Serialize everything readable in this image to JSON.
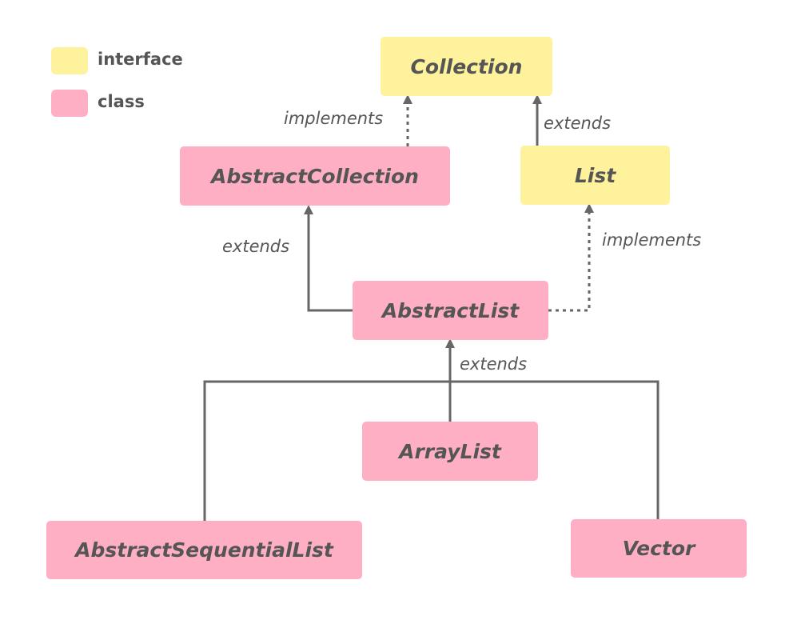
{
  "colors": {
    "interface": "#FFF29C",
    "class": "#FFAFC3",
    "line": "#666666",
    "text": "#555555"
  },
  "legend": {
    "interface_label": "interface",
    "class_label": "class"
  },
  "nodes": {
    "collection": {
      "label": "Collection",
      "kind": "interface"
    },
    "abstract_collection": {
      "label": "AbstractCollection",
      "kind": "class"
    },
    "list": {
      "label": "List",
      "kind": "interface"
    },
    "abstract_list": {
      "label": "AbstractList",
      "kind": "class"
    },
    "array_list": {
      "label": "ArrayList",
      "kind": "class"
    },
    "abstract_sequential_list": {
      "label": "AbstractSequentialList",
      "kind": "class"
    },
    "vector": {
      "label": "Vector",
      "kind": "class"
    }
  },
  "edges": [
    {
      "from": "AbstractCollection",
      "to": "Collection",
      "label": "implements",
      "style": "dashed"
    },
    {
      "from": "List",
      "to": "Collection",
      "label": "extends",
      "style": "solid"
    },
    {
      "from": "AbstractList",
      "to": "AbstractCollection",
      "label": "extends",
      "style": "solid"
    },
    {
      "from": "AbstractList",
      "to": "List",
      "label": "implements",
      "style": "dashed"
    },
    {
      "from": "ArrayList",
      "to": "AbstractList",
      "label": "extends",
      "style": "solid"
    },
    {
      "from": "AbstractSequentialList",
      "to": "AbstractList",
      "label": "",
      "style": "solid"
    },
    {
      "from": "Vector",
      "to": "AbstractList",
      "label": "",
      "style": "solid"
    }
  ]
}
